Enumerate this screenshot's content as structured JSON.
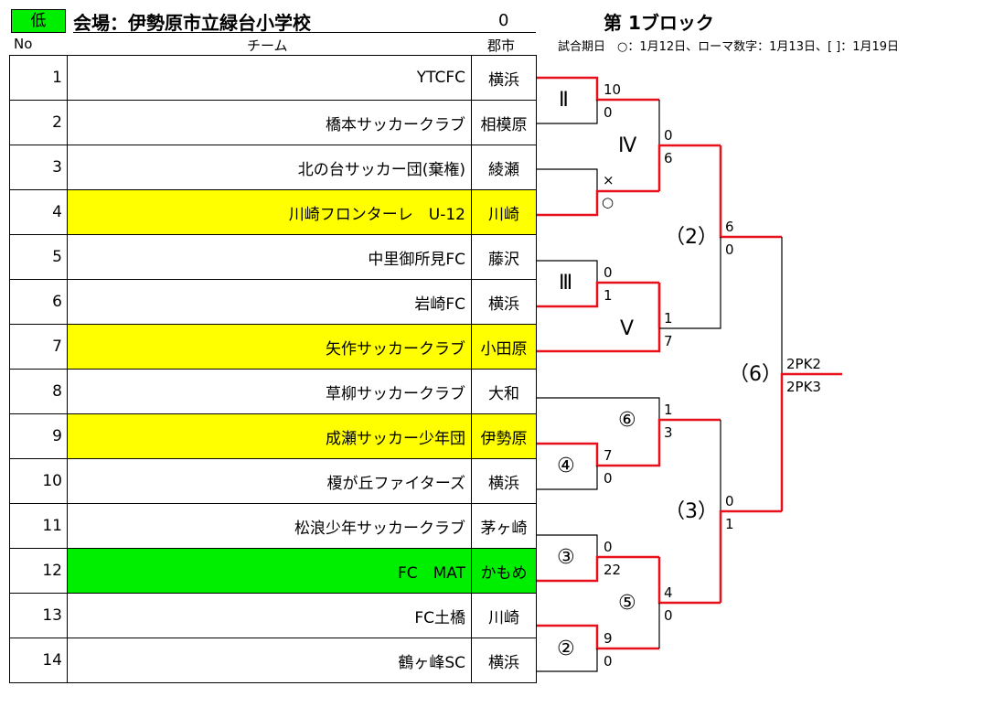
{
  "header": {
    "badge": "低",
    "venue": "会場：伊勢原市立緑台小学校",
    "count": "0",
    "block_title": "第 1ブロック",
    "legend": "試合期日　○：1月12日、ローマ数字：1月13日、[ ]：1月19日",
    "col_no": "No",
    "col_team": "チーム",
    "col_city": "郡市"
  },
  "teams": [
    {
      "no": "1",
      "name": "YTCFC",
      "city": "横浜",
      "highlight": ""
    },
    {
      "no": "2",
      "name": "橋本サッカークラブ",
      "city": "相模原",
      "highlight": ""
    },
    {
      "no": "3",
      "name": "北の台サッカー団(棄権)",
      "city": "綾瀬",
      "highlight": ""
    },
    {
      "no": "4",
      "name": "川崎フロンターレ　U-12",
      "city": "川崎",
      "highlight": "yellow"
    },
    {
      "no": "5",
      "name": "中里御所見FC",
      "city": "藤沢",
      "highlight": ""
    },
    {
      "no": "6",
      "name": "岩崎FC",
      "city": "横浜",
      "highlight": ""
    },
    {
      "no": "7",
      "name": "矢作サッカークラブ",
      "city": "小田原",
      "highlight": "yellow"
    },
    {
      "no": "8",
      "name": "草柳サッカークラブ",
      "city": "大和",
      "highlight": ""
    },
    {
      "no": "9",
      "name": "成瀬サッカー少年団",
      "city": "伊勢原",
      "highlight": "yellow"
    },
    {
      "no": "10",
      "name": "榎が丘ファイターズ",
      "city": "横浜",
      "highlight": ""
    },
    {
      "no": "11",
      "name": "松浪少年サッカークラブ",
      "city": "茅ヶ崎",
      "highlight": ""
    },
    {
      "no": "12",
      "name": "FC　MAT",
      "city": "かもめ",
      "highlight": "green"
    },
    {
      "no": "13",
      "name": "FC土橋",
      "city": "川崎",
      "highlight": ""
    },
    {
      "no": "14",
      "name": "鶴ヶ峰SC",
      "city": "横浜",
      "highlight": ""
    }
  ],
  "bracket": {
    "round_labels": {
      "m_II": "Ⅱ",
      "m_IV": "Ⅳ",
      "m_III": "Ⅲ",
      "m_V": "Ⅴ",
      "m_6": "⑥",
      "m_4": "④",
      "m_3": "③",
      "m_5": "⑤",
      "m_2": "②",
      "m_p2": "（2）",
      "m_p3": "（3）",
      "m_p6": "（6）"
    },
    "scores": {
      "s_II_top": "10",
      "s_II_bot": "0",
      "s_IV_top": "0",
      "s_IV_bot": "6",
      "s_w_top": "×",
      "s_w_bot": "○",
      "s_p2_top": "6",
      "s_p2_bot": "0",
      "s_III_top": "0",
      "s_III_bot": "1",
      "s_V_top": "1",
      "s_V_bot": "7",
      "s_f_top": "2PK2",
      "s_f_bot": "2PK3",
      "s_6_top": "1",
      "s_6_bot": "3",
      "s_4_top": "7",
      "s_4_bot": "0",
      "s_p3_top": "0",
      "s_p3_bot": "1",
      "s_3_top": "0",
      "s_3_bot": "22",
      "s_5_top": "4",
      "s_5_bot": "0",
      "s_2_top": "9",
      "s_2_bot": "0"
    },
    "colors": {
      "win": "#e8101a",
      "lose": "#000000"
    }
  }
}
